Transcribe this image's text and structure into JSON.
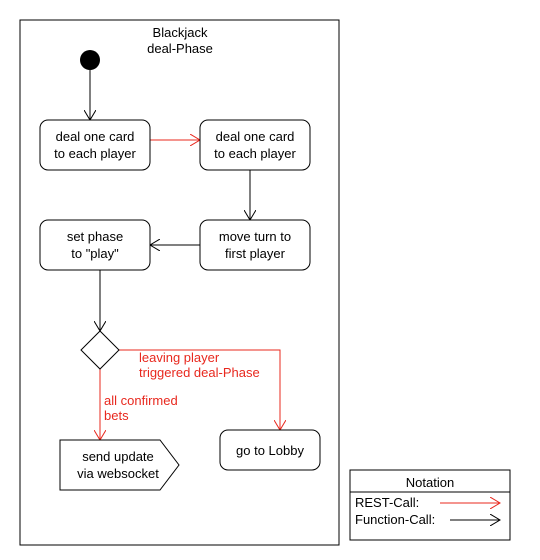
{
  "frame": {
    "title_line1": "Blackjack",
    "title_line2": "deal-Phase"
  },
  "nodes": {
    "deal_left": {
      "line1": "deal one card",
      "line2": "to each player"
    },
    "deal_right": {
      "line1": "deal one card",
      "line2": "to each player"
    },
    "move_turn": {
      "line1": "move turn to",
      "line2": "first player"
    },
    "set_phase": {
      "line1": "set phase",
      "line2": "to \"play\""
    },
    "send_update": {
      "line1": "send update",
      "line2": "via websocket"
    },
    "go_lobby": {
      "label": "go to Lobby"
    }
  },
  "edges": {
    "leaving_line1": "leaving player",
    "leaving_line2": "triggered deal-Phase",
    "confirmed_line1": "all confirmed",
    "confirmed_line2": "bets"
  },
  "notation": {
    "title": "Notation",
    "rest_call": "REST-Call:",
    "function_call": "Function-Call:"
  },
  "colors": {
    "rest_call": "#e8281e",
    "function_call": "#000000"
  }
}
